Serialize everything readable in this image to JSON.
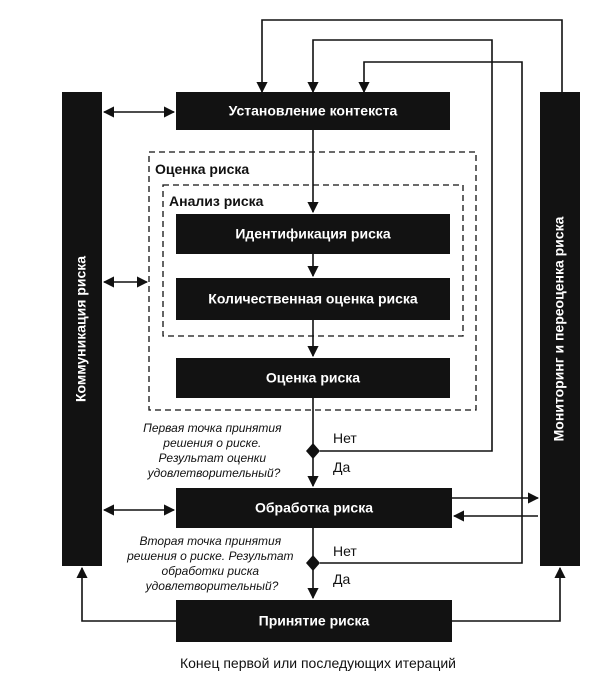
{
  "boxes": {
    "context": "Установление контекста",
    "identification": "Идентификация риска",
    "quantitative": "Количественная оценка риска",
    "evaluation": "Оценка риска",
    "treatment": "Обработка риска",
    "acceptance": "Принятие риска",
    "communication": "Коммуникация риска",
    "monitoring": "Мониторинг и переоценка риска"
  },
  "frames": {
    "risk_assessment": "Оценка риска",
    "risk_analysis": "Анализ риска"
  },
  "decisions": {
    "first": {
      "lines": [
        "Первая точка принятия",
        "решения о риске.",
        "Результат оценки",
        "удовлетворительный?"
      ],
      "no": "Нет",
      "yes": "Да"
    },
    "second": {
      "lines": [
        "Вторая точка принятия",
        "решения о риске. Результат",
        "обработки риска",
        "удовлетворительный?"
      ],
      "no": "Нет",
      "yes": "Да"
    }
  },
  "caption": "Конец первой или последующих итераций",
  "colors": {
    "box": "#121212",
    "line": "#111111",
    "text_on_box": "#ffffff"
  }
}
